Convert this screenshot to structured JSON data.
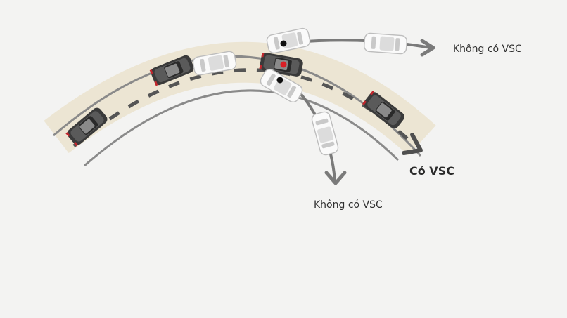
{
  "labels": {
    "without_vsc_top": "Không có VSC",
    "with_vsc": "Có VSC",
    "without_vsc_bottom": "Không có VSC"
  },
  "colors": {
    "background": "#f3f3f2",
    "road_fill": "#ece5d3",
    "road_edge": "#8a8a8a",
    "lane_dash": "#555555",
    "arrow": "#6e6e6e",
    "arrow_with_vsc": "#555555",
    "car_dark": "#3b3b3b",
    "car_white": "#f4f4f4",
    "brake_light": "#c0272d",
    "marker_black": "#111111",
    "marker_red": "#d91f26"
  },
  "icons": [
    "car-icon",
    "arrow-right-icon",
    "arrow-down-icon"
  ]
}
